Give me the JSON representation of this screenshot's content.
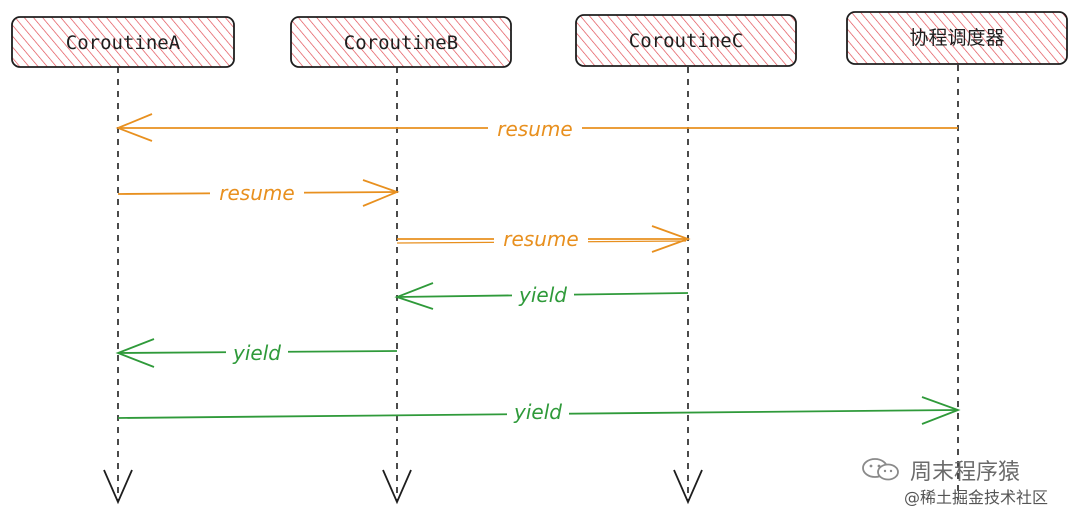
{
  "actors": [
    {
      "id": "A",
      "label": "CoroutineA"
    },
    {
      "id": "B",
      "label": "CoroutineB"
    },
    {
      "id": "C",
      "label": "CoroutineC"
    },
    {
      "id": "S",
      "label": "协程调度器"
    }
  ],
  "messages": [
    {
      "from": "S",
      "to": "A",
      "label": "resume",
      "color": "#e8901f"
    },
    {
      "from": "A",
      "to": "B",
      "label": "resume",
      "color": "#e8901f"
    },
    {
      "from": "B",
      "to": "C",
      "label": "resume",
      "color": "#e8901f"
    },
    {
      "from": "C",
      "to": "B",
      "label": "yield",
      "color": "#2f9a3a"
    },
    {
      "from": "B",
      "to": "A",
      "label": "yield",
      "color": "#2f9a3a"
    },
    {
      "from": "A",
      "to": "S",
      "label": "yield",
      "color": "#2f9a3a"
    }
  ],
  "colors": {
    "actor_fill_hatch": "#e0424a",
    "actor_border": "#1e1e1e",
    "lifeline": "#1e1e1e",
    "resume": "#e8901f",
    "yield": "#2f9a3a"
  },
  "watermark": {
    "line1": "周末程序猿",
    "line2": "@稀土掘金技术社区"
  }
}
